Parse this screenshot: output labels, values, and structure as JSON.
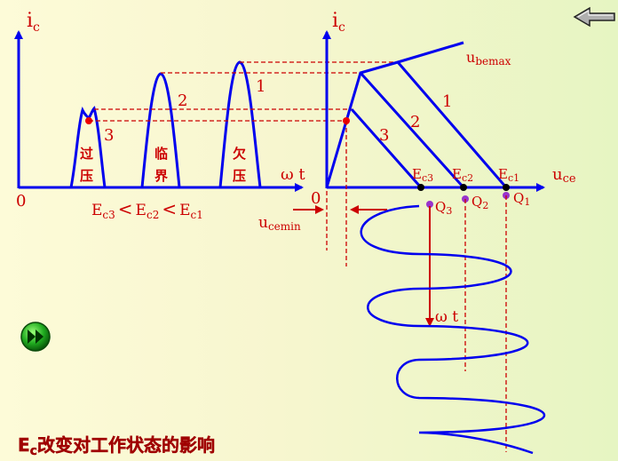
{
  "left_chart": {
    "y_axis_label_main": "i",
    "y_axis_label_sub": "c",
    "x_axis_label": "ω t",
    "origin_label": "0",
    "pulse_labels": {
      "over": [
        "过",
        "压"
      ],
      "critical": [
        "临",
        "界"
      ],
      "under": [
        "欠",
        "压"
      ]
    },
    "curve_numbers": [
      "3",
      "2",
      "1"
    ],
    "relation": {
      "e1": "E",
      "s1": "c3",
      "op1": "<",
      "e2": "E",
      "s2": "c2",
      "op2": "<",
      "e3": "E",
      "s3": "c1"
    }
  },
  "right_chart": {
    "y_axis_label_main": "i",
    "y_axis_label_sub": "c",
    "x_axis_label_main": "u",
    "x_axis_label_sub": "ce",
    "origin_label": "0",
    "ubemax_main": "u",
    "ubemax_sub": "bemax",
    "line_numbers": [
      "1",
      "2",
      "3"
    ],
    "ec_labels": [
      {
        "main": "E",
        "sub": "c3"
      },
      {
        "main": "E",
        "sub": "c2"
      },
      {
        "main": "E",
        "sub": "c1"
      }
    ],
    "q_labels": [
      {
        "main": "Q",
        "sub": "3"
      },
      {
        "main": "Q",
        "sub": "2"
      },
      {
        "main": "Q",
        "sub": "1"
      }
    ],
    "ucemin_main": "u",
    "ucemin_sub": "cemin",
    "wave_axis_label": "ω t"
  },
  "caption": {
    "main": "E",
    "sub": "c",
    "text": "改变对工作状态的影响"
  },
  "colors": {
    "axis": "#0000ee",
    "label": "#cc0000",
    "point": "#ee0000",
    "q_point": "#9933cc",
    "caption": "#a00000"
  },
  "icons": {
    "back": "arrow-left-icon",
    "play": "play-forward-icon"
  }
}
